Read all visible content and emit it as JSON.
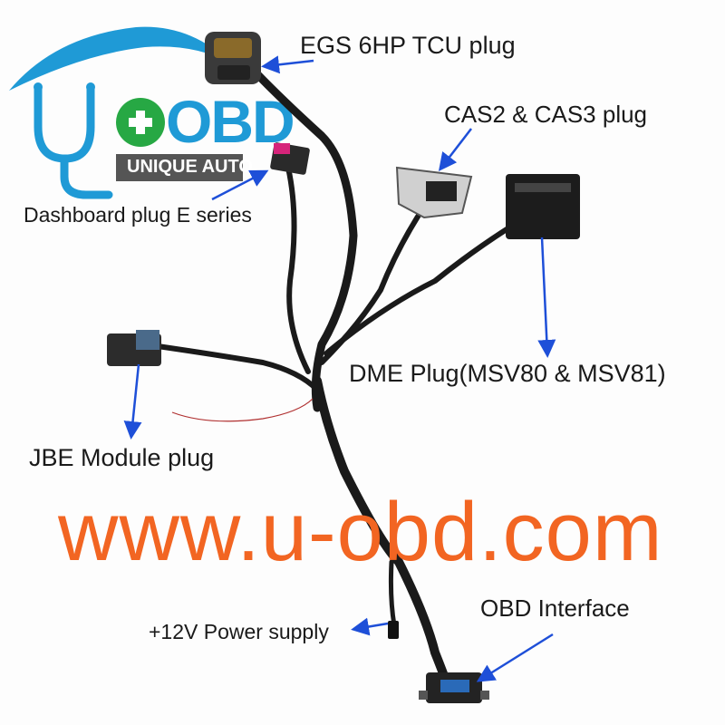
{
  "logo": {
    "brand": "+OBD",
    "tagline": "UNIQUE AUTO",
    "colors": {
      "primary": "#1f9ad6",
      "accent": "#27a844",
      "tag_bg": "#555555"
    }
  },
  "labels": {
    "egs": "EGS 6HP TCU plug",
    "cas": "CAS2 & CAS3 plug",
    "dashboard": "Dashboard plug E series",
    "dme": "DME Plug(MSV80 & MSV81)",
    "jbe": "JBE Module plug",
    "obd": "OBD Interface",
    "power": "+12V Power supply"
  },
  "watermark": {
    "text": "www.u-obd.com",
    "color": "#f26522"
  },
  "arrow_color": "#1e4fd8",
  "cable_color": "#1a1a1a"
}
